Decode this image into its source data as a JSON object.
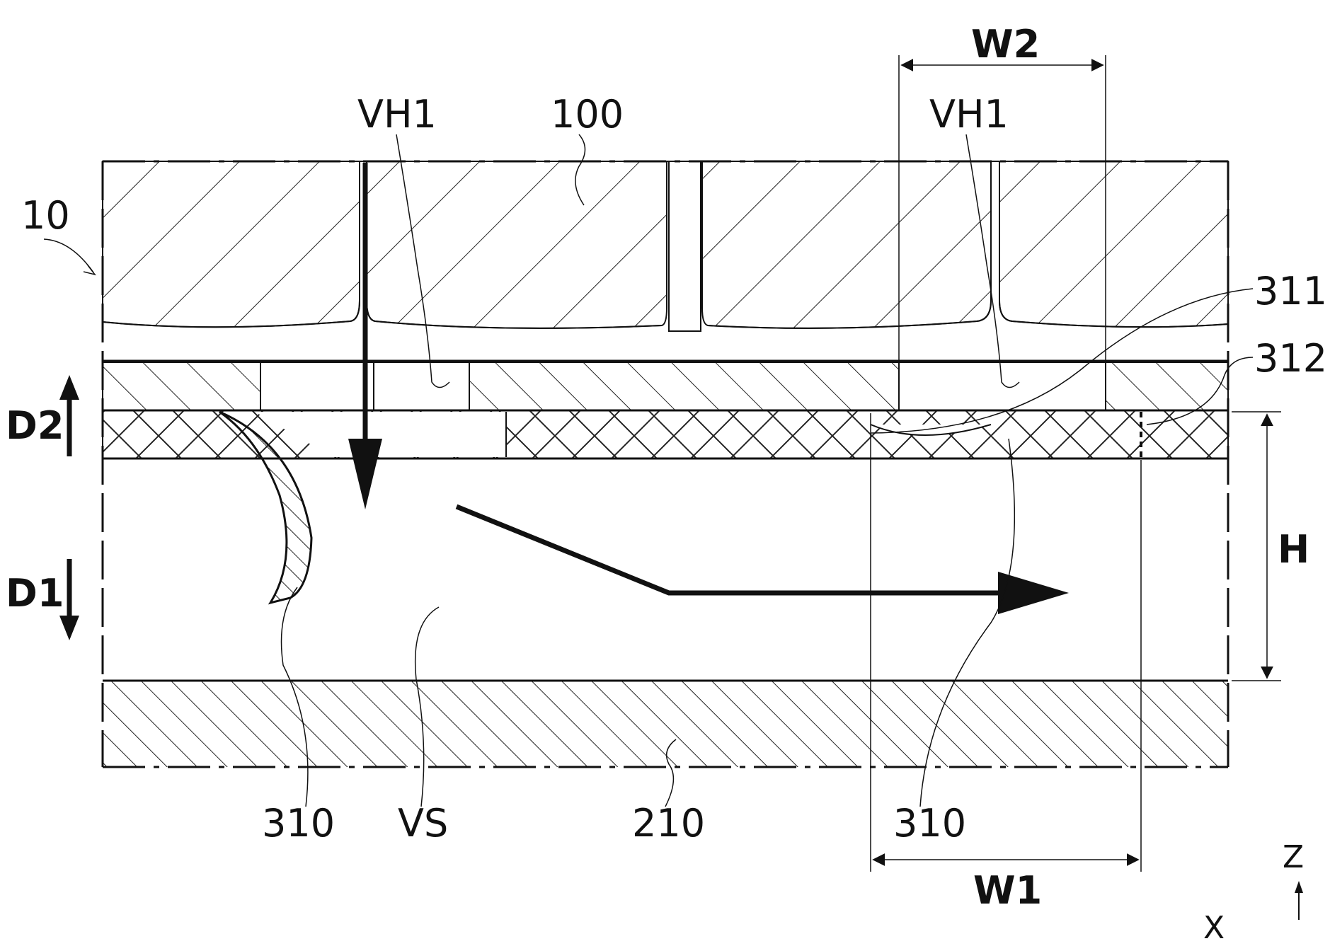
{
  "figure": {
    "labels": {
      "assembly": "10",
      "plate": "100",
      "via_left": "VH1",
      "via_right": "VH1",
      "part_311": "311",
      "part_312": "312",
      "bottom_plate": "210",
      "space": "VS",
      "baffle_left": "310",
      "baffle_right": "310"
    },
    "dimensions": {
      "w1": "W1",
      "w2": "W2",
      "h": "H",
      "d1": "D1",
      "d2": "D2"
    },
    "axes": {
      "z": "Z",
      "x": "X"
    }
  }
}
